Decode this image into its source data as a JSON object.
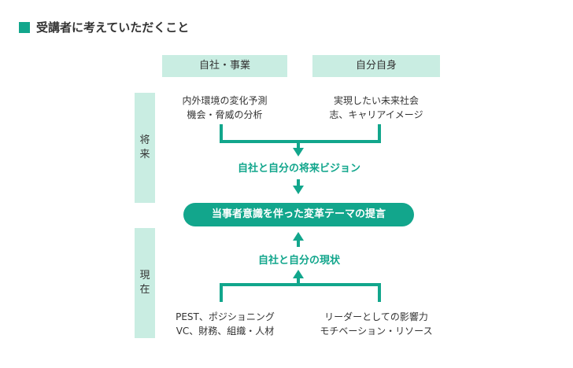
{
  "title": "受講者に考えていただくこと",
  "header": {
    "left": "自社・事業",
    "right": "自分自身"
  },
  "side": {
    "future": "将\n来",
    "present": "現\n在"
  },
  "future": {
    "left_line1": "内外環境の変化予測",
    "left_line2": "機会・脅威の分析",
    "right_line1": "実現したい未来社会",
    "right_line2": "志、キャリアイメージ"
  },
  "vision_label": "自社と自分の将来ビジョン",
  "center_pill": "当事者意識を伴った変革テーマの提言",
  "current_label": "自社と自分の現状",
  "present": {
    "left_line1": "PEST、ポジショニング",
    "left_line2": "VC、財務、組織・人材",
    "right_line1": "リーダーとしての影響力",
    "right_line2": "モチベーション・リソース"
  },
  "colors": {
    "accent": "#12a68c",
    "light": "#c9ede2"
  }
}
